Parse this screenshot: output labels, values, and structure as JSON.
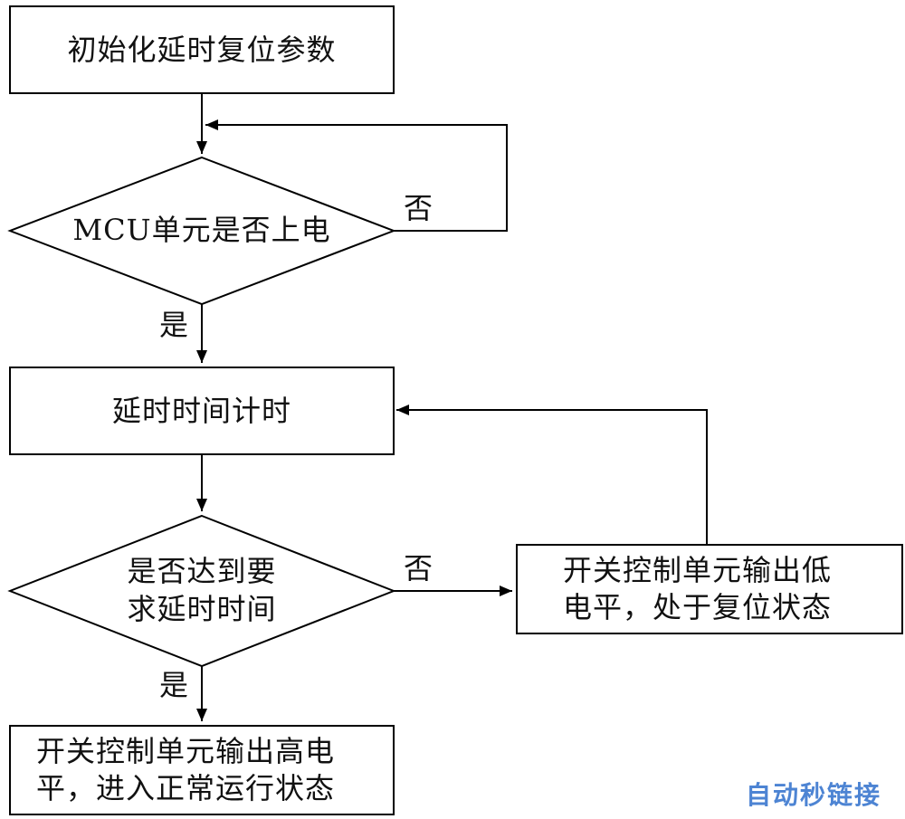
{
  "flowchart": {
    "init_box": "初始化延时复位参数",
    "mcu_power_question": "MCU单元是否上电",
    "no_label_1": "否",
    "yes_label_1": "是",
    "delay_timing_box": "延时时间计时",
    "reach_delay_question_line1": "是否达到要",
    "reach_delay_question_line2": "求延时时间",
    "no_label_2": "否",
    "low_level_box_line1": "开关控制单元输出低",
    "low_level_box_line2": "电平，处于复位状态",
    "yes_label_2": "是",
    "high_level_box_line1": "开关控制单元输出高电",
    "high_level_box_line2": "平，进入正常运行状态"
  },
  "watermark": "自动秒链接"
}
